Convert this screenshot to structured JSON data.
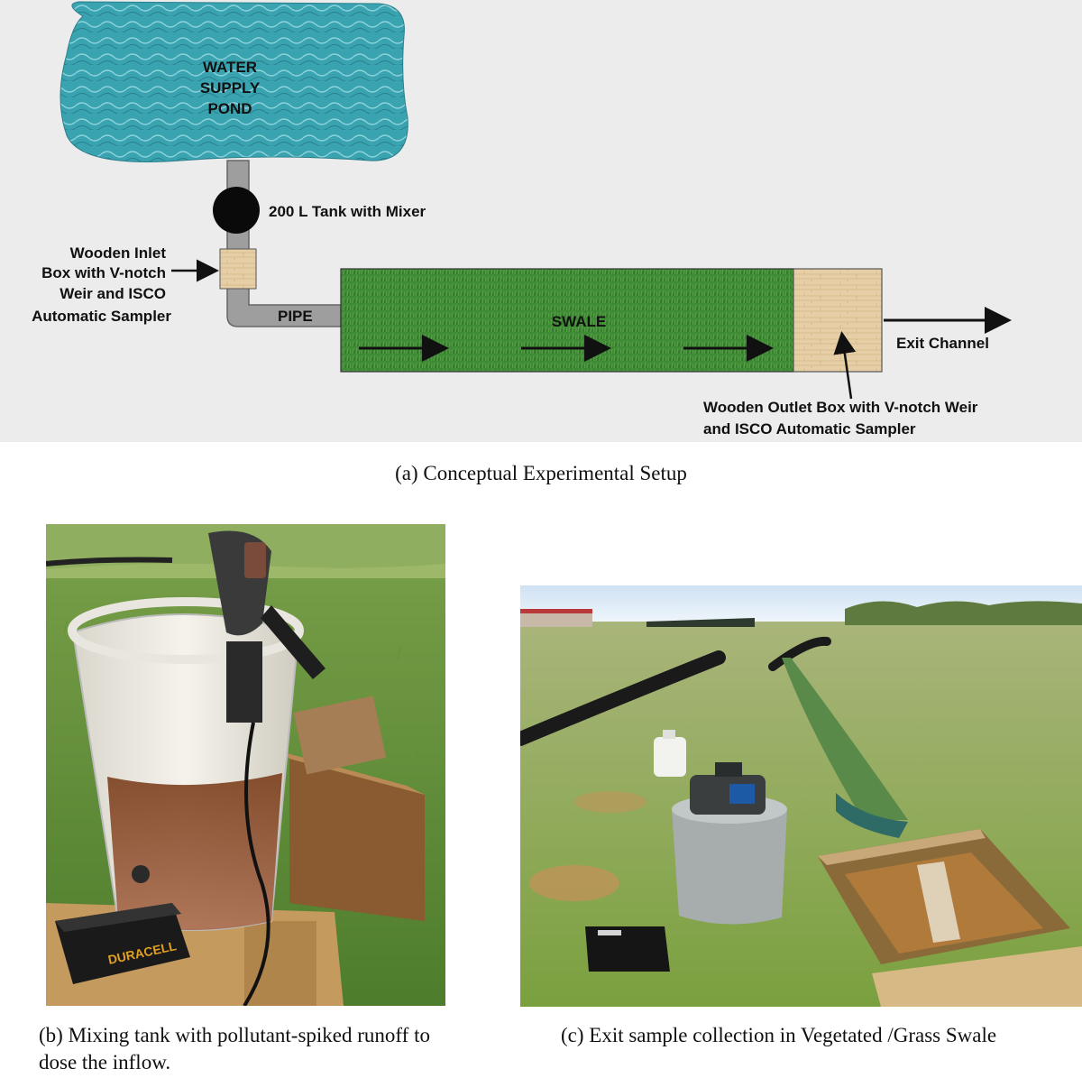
{
  "diagram": {
    "pond_lines": [
      "WATER",
      "SUPPLY",
      "POND"
    ],
    "tank_label": "200 L Tank with Mixer",
    "inlet_label_lines": [
      "Wooden Inlet",
      "Box with V-notch",
      "Weir and ISCO",
      "Automatic Sampler"
    ],
    "pipe_label": "PIPE",
    "swale_label": "SWALE",
    "exit_label": "Exit Channel",
    "outlet_label_lines": [
      "Wooden Outlet Box with V-notch Weir",
      "and ISCO Automatic Sampler"
    ],
    "colors": {
      "background": "#ececec",
      "water": "#3aa3b0",
      "grass": "#3f8a34",
      "wood": "#e6cfa6",
      "pipe": "#9e9e9e",
      "tank": "#0a0a0a"
    }
  },
  "captions": {
    "a": "(a) Conceptual Experimental Setup",
    "b_line1": "(b) Mixing tank with pollutant-spiked runoff to",
    "b_line2": "dose the inflow.",
    "c": "(c) Exit sample collection in Vegetated /Grass Swale"
  },
  "photos": {
    "b_battery_brand": "DURACELL"
  }
}
